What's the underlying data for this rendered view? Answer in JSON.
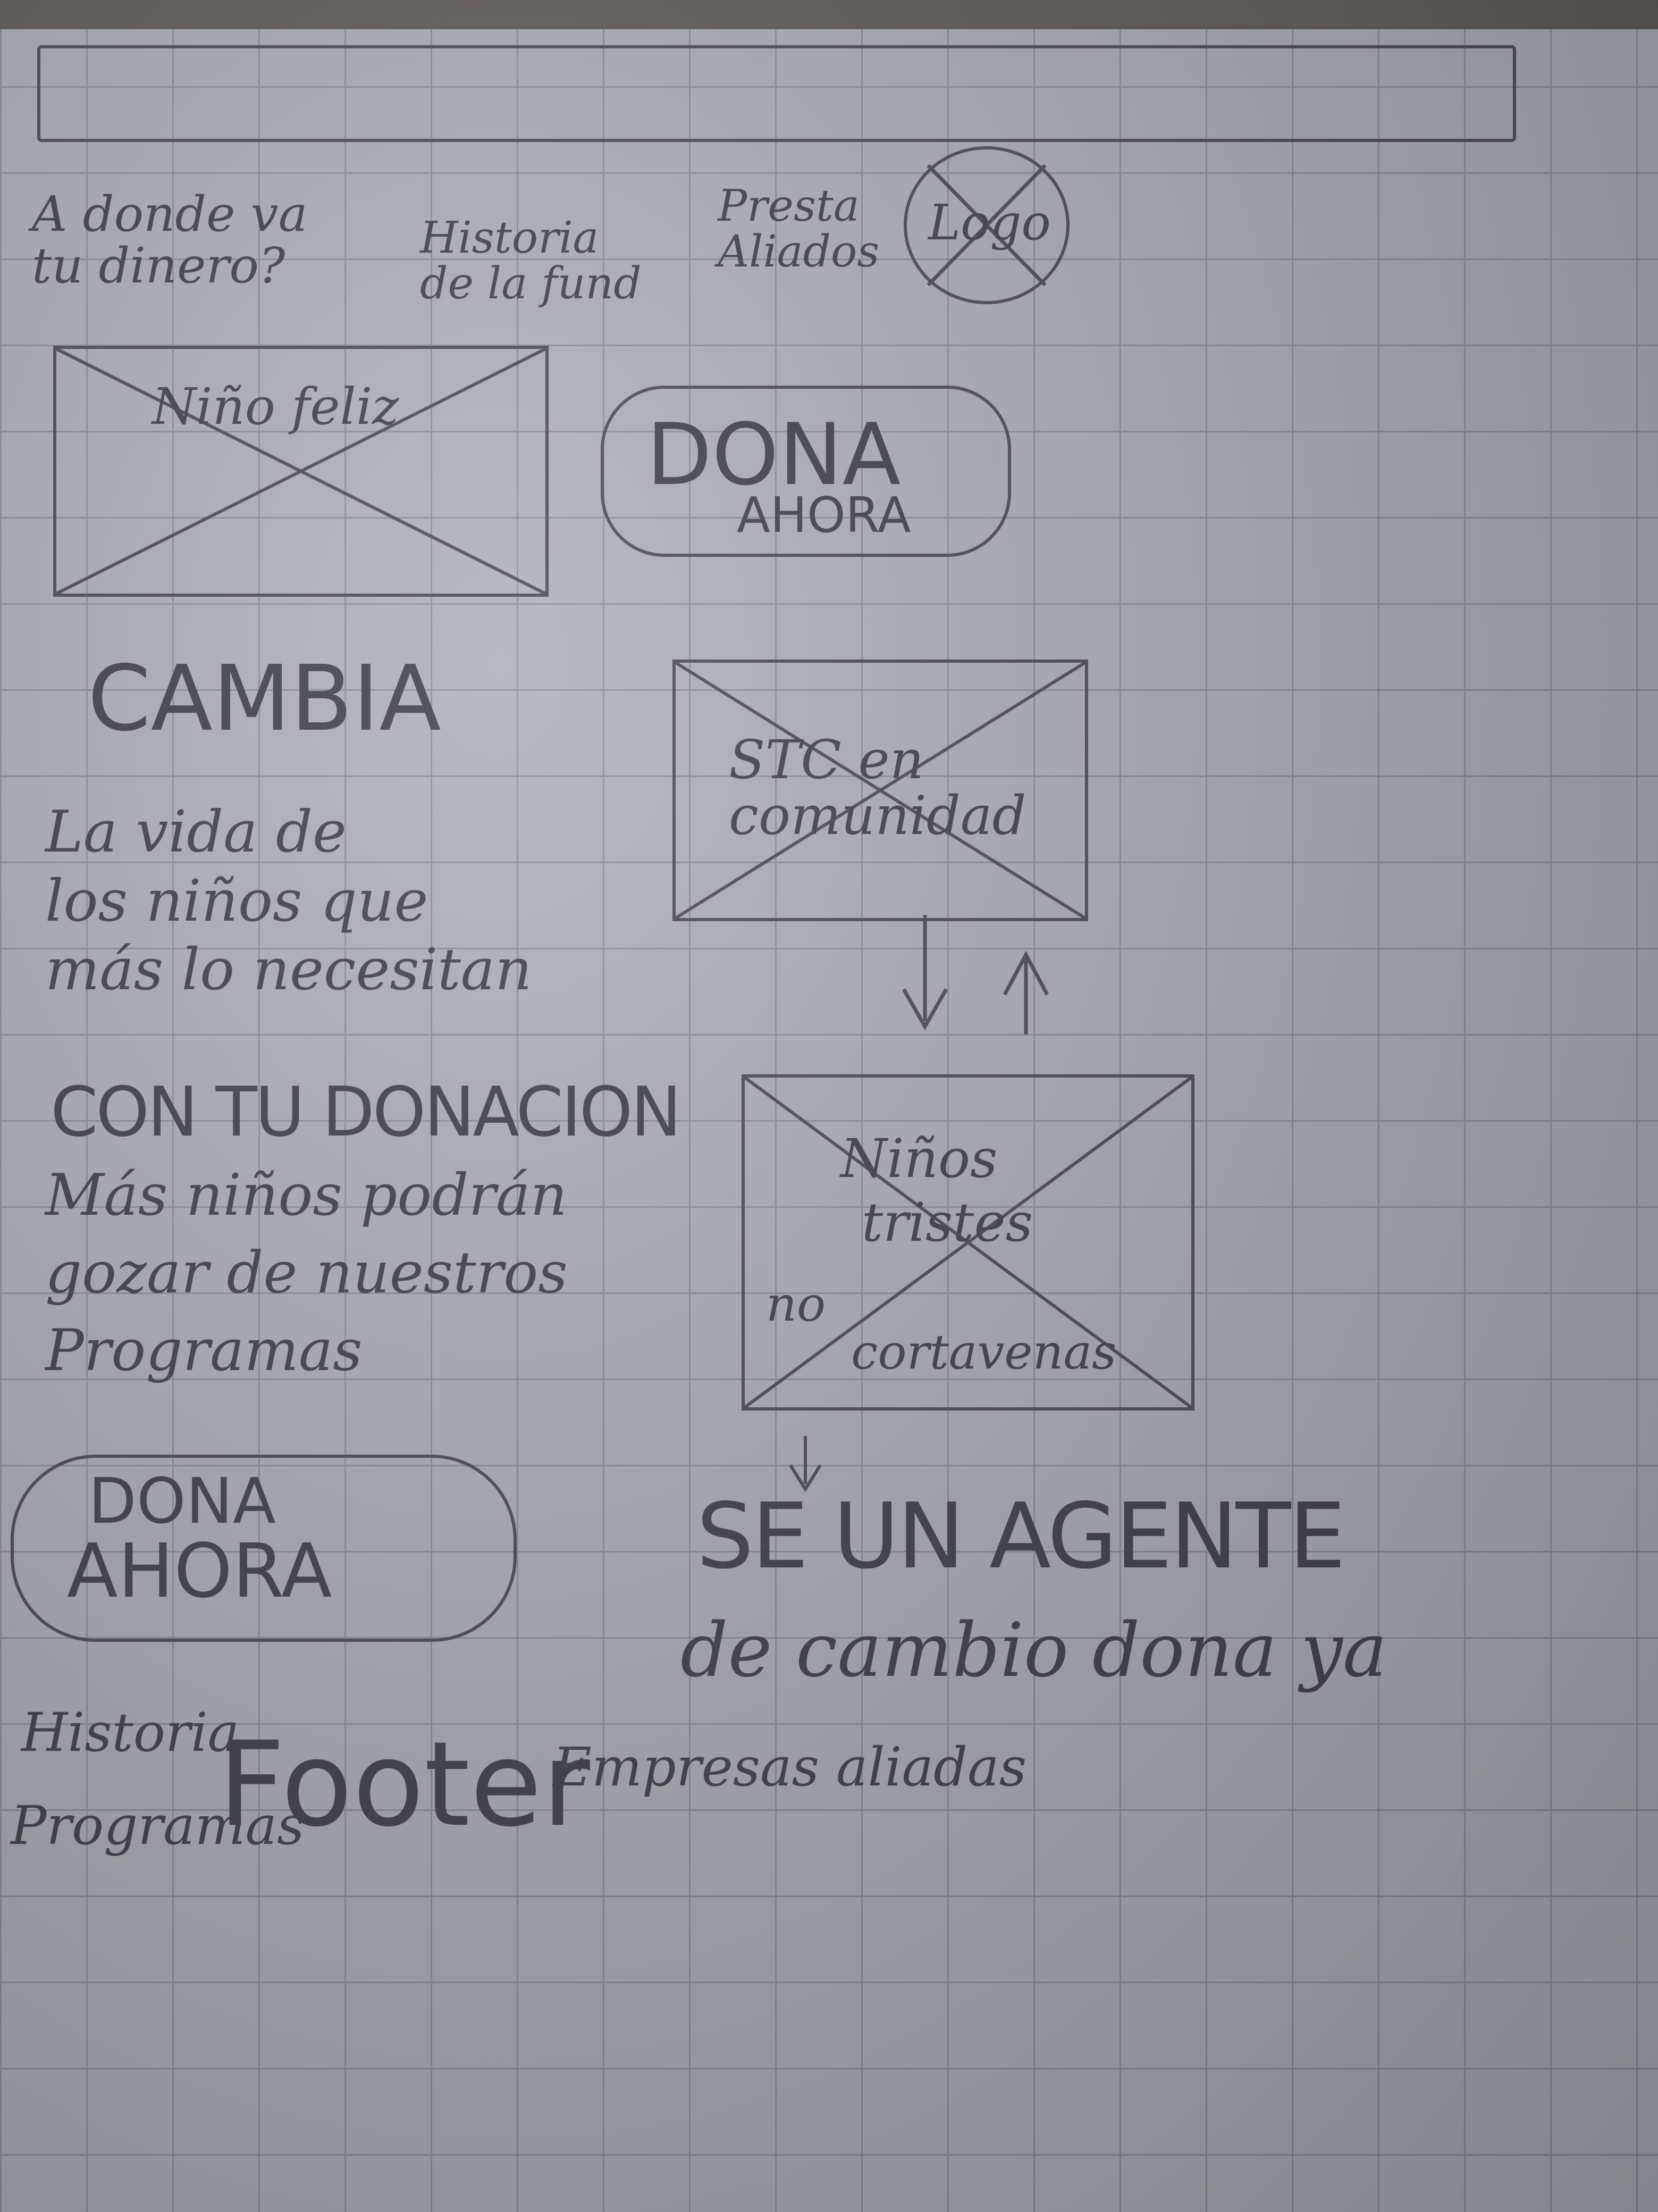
{
  "nav": {
    "item1_line1": "A donde va",
    "item1_line2": "tu dinero?",
    "item2_line1": "Historia",
    "item2_line2": "de la fund",
    "item3_line1": "Presta",
    "item3_line2": "Aliados",
    "logo": "Logo"
  },
  "hero_image_label": "Niño feliz",
  "cta_top": {
    "line1": "DONA",
    "line2": "AHORA"
  },
  "cambia": {
    "title": "CAMBIA",
    "line1": "La vida de",
    "line2": "los niños que",
    "line3": "más lo necesitan"
  },
  "community_image_label": {
    "line1": "STC en",
    "line2": "comunidad"
  },
  "donacion": {
    "title": "CON TU DONACION",
    "line1": "Más niños podrán",
    "line2": "gozar de nuestros",
    "line3": "Programas"
  },
  "sad_image_label": {
    "line1": "Niños",
    "line2": "tristes",
    "line3": "no",
    "line4": "cortavenas"
  },
  "cta_bottom": {
    "line1": "DONA",
    "line2": "AHORA"
  },
  "agente": {
    "title": "SE UN AGENTE",
    "subtitle": "de cambio dona ya"
  },
  "footer": {
    "label": "Footer",
    "historia": "Historia",
    "programas": "Programas",
    "empresas": "Empresas aliadas"
  }
}
